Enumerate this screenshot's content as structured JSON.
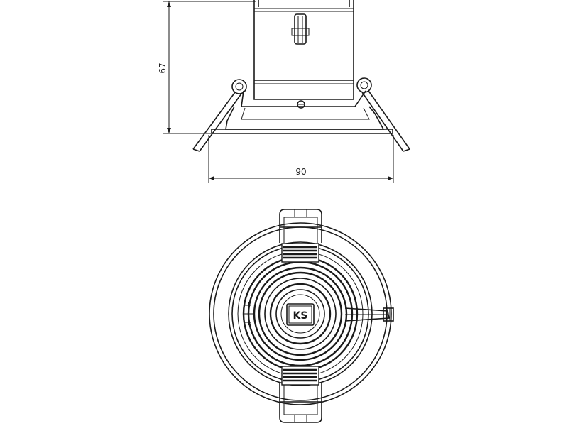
{
  "dimensions": {
    "height_label": "67",
    "width_label": "90"
  },
  "logo": {
    "mark": "KS"
  },
  "colors": {
    "line": "#1a1a1a",
    "background": "#ffffff"
  }
}
